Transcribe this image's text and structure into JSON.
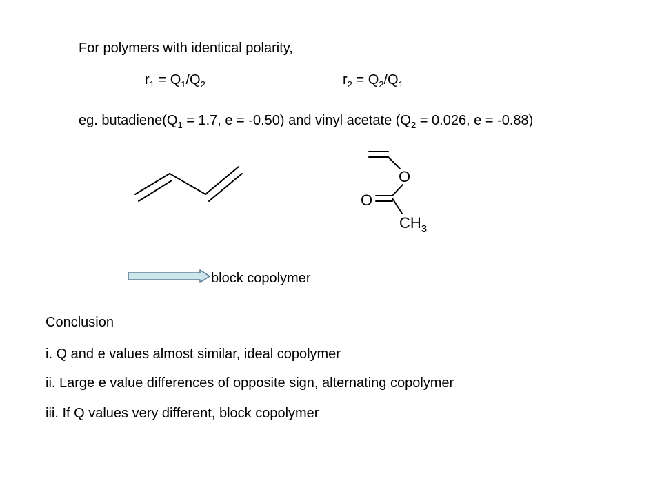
{
  "intro": "For polymers with identical polarity,",
  "equations": {
    "r1": {
      "lhs_base": "r",
      "lhs_sub": "1",
      "eq": " = Q",
      "num_sub": "1",
      "slash": "/Q",
      "den_sub": "2"
    },
    "r2": {
      "lhs_base": "r",
      "lhs_sub": "2",
      "eq": " = Q",
      "num_sub": "2",
      "slash": "/Q",
      "den_sub": "1"
    }
  },
  "example": {
    "part1": "eg. butadiene(Q",
    "sub1": "1",
    "part2": " = 1.7, e = -0.50) and vinyl acetate (Q",
    "sub2": "2",
    "part3": " = 0.026, e = -0.88)"
  },
  "structures": {
    "butadiene": {
      "name": "butadiene"
    },
    "vinyl_acetate": {
      "name": "vinyl acetate",
      "atom_o_ester": "O",
      "atom_o_carbonyl": "O",
      "methyl_c": "CH",
      "methyl_sub": "3"
    }
  },
  "arrow_label": "block copolymer",
  "conclusion": {
    "heading": "Conclusion",
    "items": [
      "i. Q and e values almost similar, ideal copolymer",
      "ii. Large e value differences of opposite sign, alternating copolymer",
      "iii. If Q values very different, block copolymer"
    ]
  },
  "colors": {
    "arrow_fill": "#cde6ec",
    "arrow_stroke": "#5b7f95",
    "text": "#000000"
  }
}
